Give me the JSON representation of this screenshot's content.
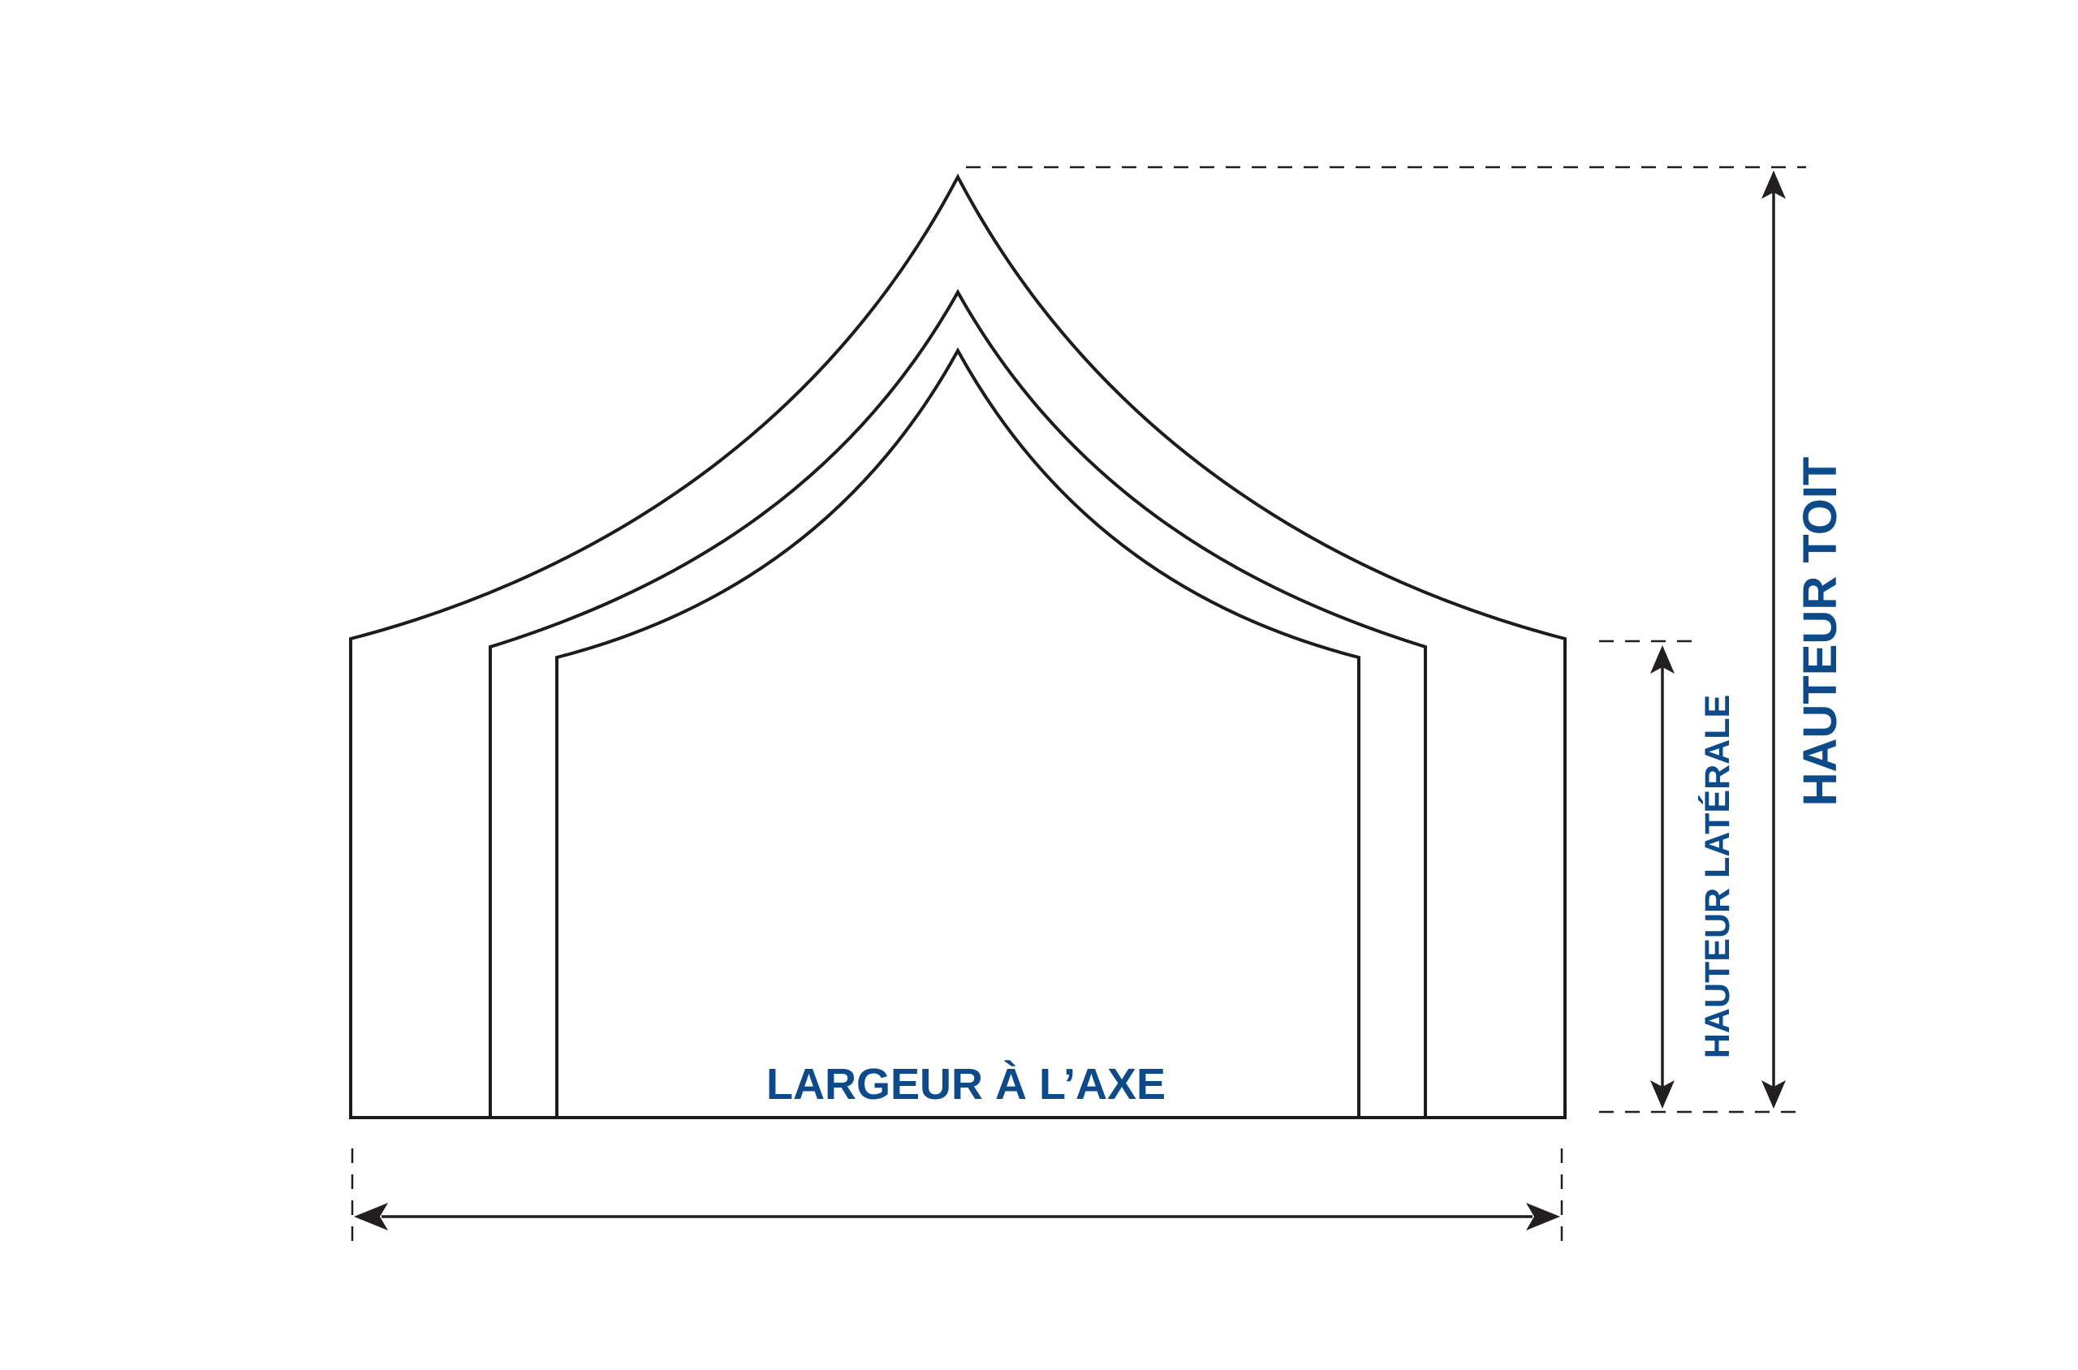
{
  "labels": {
    "width": "LARGEUR À L’AXE",
    "side_height": "HAUTEUR LATÉRALE",
    "roof_height": "HAUTEUR TOIT"
  },
  "colors": {
    "label": "#0d4a8a",
    "line": "#1f1a1c",
    "background": "#ffffff"
  }
}
